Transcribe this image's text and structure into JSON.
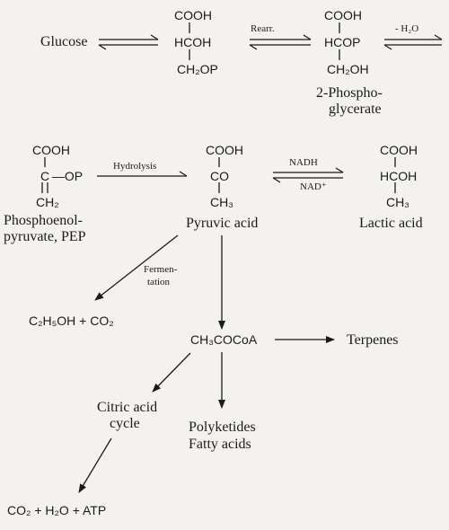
{
  "glucose": "Glucose",
  "rearr": "Rearr.",
  "minus_h2o": "- H₂O",
  "mol1": {
    "c1": "COOH",
    "c2": "HCOH",
    "c3": "CH₂OP"
  },
  "mol2": {
    "c1": "COOH",
    "c2": "HCOP",
    "c3": "CH₂OH",
    "name_l1": "2-Phospho-",
    "name_l2": "glycerate"
  },
  "pep": {
    "c1": "COOH",
    "c2": "C —OP",
    "c3": "CH₂",
    "name_l1": "Phosphoenol-",
    "name_l2": "pyruvate, PEP"
  },
  "hydrolysis": "Hydrolysis",
  "pyruvic": {
    "c1": "COOH",
    "c2": "CO",
    "c3": "CH₃",
    "name": "Pyruvic acid"
  },
  "nadh": "NADH",
  "nad": "NAD⁺",
  "lactic": {
    "c1": "COOH",
    "c2": "HCOH",
    "c3": "CH₃",
    "name": "Lactic acid"
  },
  "fermentation_l1": "Fermen-",
  "fermentation_l2": "tation",
  "ethanol": "C₂H₅OH  +  CO₂",
  "acetylcoa": "CH₃COCoA",
  "terpenes": "Terpenes",
  "citric_l1": "Citric acid",
  "citric_l2": "cycle",
  "polyketides": "Polyketides",
  "fatty_acids": "Fatty acids",
  "products": "CO₂  +  H₂O  +  ATP"
}
